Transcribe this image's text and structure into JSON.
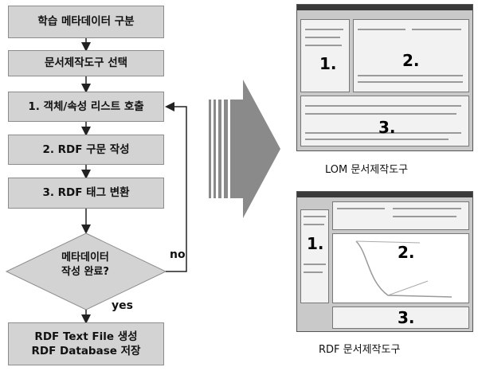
{
  "flowchart": {
    "step1": "학습 메타데이터 구분",
    "step2": "문서제작도구 선택",
    "step3": "1. 객체/속성 리스트 호출",
    "step4": "2. RDF 구문 작성",
    "step5": "3. RDF 태그 변환",
    "decision_line1": "메타데이터",
    "decision_line2": "작성 완료?",
    "yes_label": "yes",
    "no_label": "no",
    "final_line1": "RDF Text File 생성",
    "final_line2": "RDF Database 저장"
  },
  "screenshots": {
    "lom": {
      "caption": "LOM 문서제작도구",
      "n1": "1.",
      "n2": "2.",
      "n3": "3."
    },
    "rdf": {
      "caption": "RDF 문서제작도구",
      "n1": "1.",
      "n2": "2.",
      "n3": "3."
    }
  },
  "colors": {
    "box_fill": "#d3d3d3",
    "arrow_fill": "#8a8a8a"
  }
}
